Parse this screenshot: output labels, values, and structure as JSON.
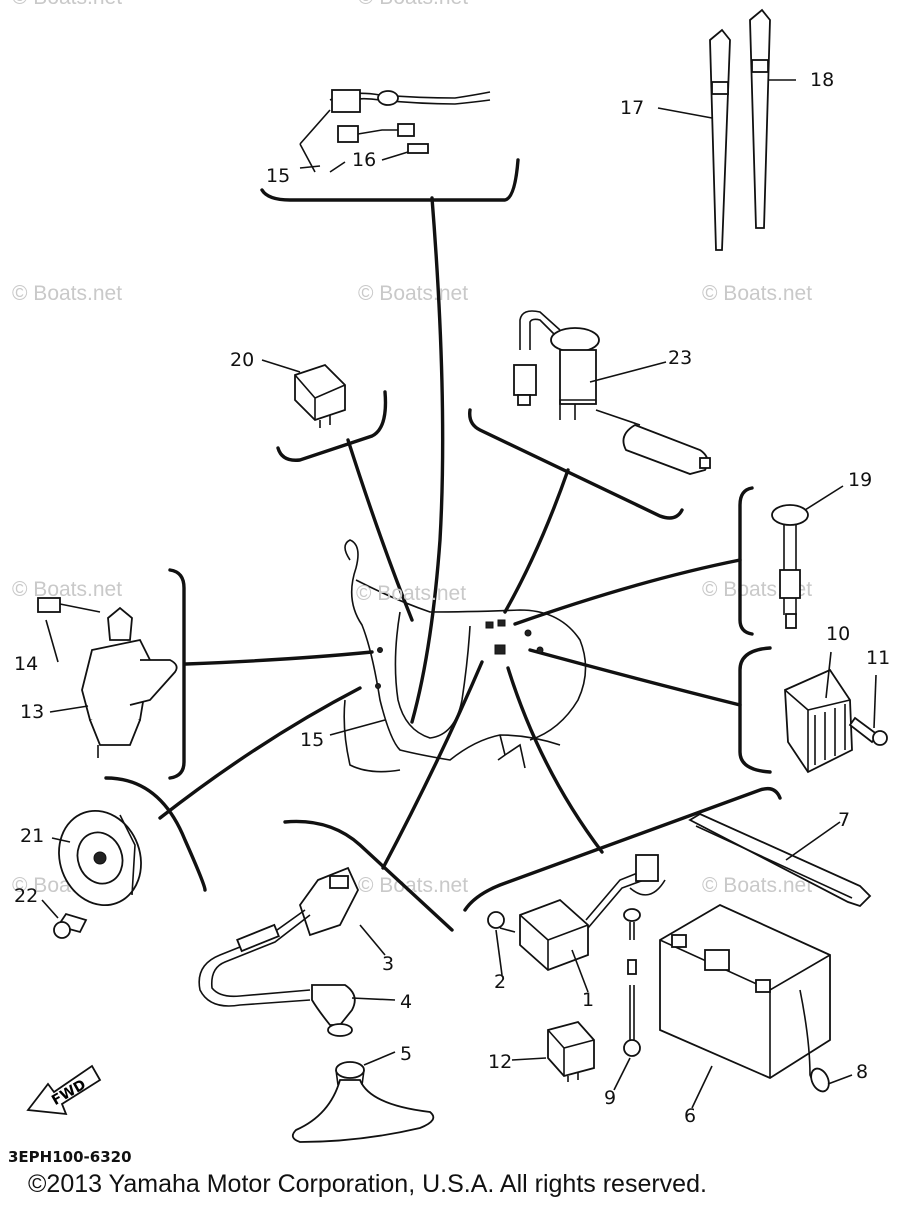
{
  "diagram": {
    "drawing_code": "3EPH100-6320",
    "copyright": "©2013 Yamaha Motor Corporation, U.S.A. All rights reserved.",
    "watermark": "© Boats.net",
    "fwd_label": "FWD",
    "callouts": {
      "n1": "1",
      "n2": "2",
      "n3": "3",
      "n4": "4",
      "n5": "5",
      "n6": "6",
      "n7": "7",
      "n8": "8",
      "n9": "9",
      "n10": "10",
      "n11": "11",
      "n12": "12",
      "n13": "13",
      "n14": "14",
      "n15a": "15",
      "n15b": "15",
      "n16": "16",
      "n17": "17",
      "n18": "18",
      "n19": "19",
      "n20": "20",
      "n21": "21",
      "n22": "22",
      "n23": "23"
    }
  }
}
